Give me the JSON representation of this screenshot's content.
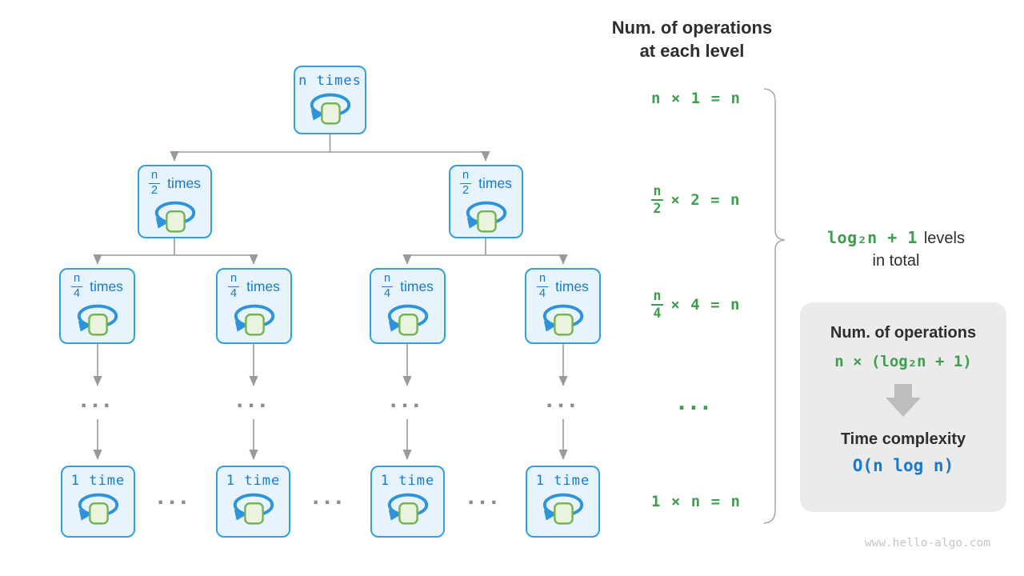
{
  "header": {
    "line1": "Num. of operations",
    "line2": "at each level"
  },
  "tree": {
    "root": {
      "label": "n times"
    },
    "level2": {
      "num": "n",
      "den": "2",
      "suffix": "times"
    },
    "level3": {
      "num": "n",
      "den": "4",
      "suffix": "times"
    },
    "bottom": {
      "label": "1 time"
    },
    "ellipsis": "..."
  },
  "ops": {
    "row1": "n × 1 = n",
    "row2": {
      "num": "n",
      "den": "2",
      "rest": "× 2 = n"
    },
    "row3": {
      "num": "n",
      "den": "4",
      "rest": "× 4 = n"
    },
    "row4": "...",
    "row5": "1 × n = n"
  },
  "levels_note": {
    "formula": "log₂n + 1",
    "text1": "levels",
    "text2": "in total"
  },
  "summary": {
    "title": "Num. of operations",
    "formula": "n × (log₂n + 1)",
    "subtitle": "Time complexity",
    "result": "O(n log n)"
  },
  "watermark": "www.hello-algo.com",
  "colors": {
    "blue": "#339fe3",
    "blueText": "#157ad3",
    "loopBlue": "#2d93da",
    "boxFill": "#e8f4fd",
    "squareFill": "#e9f3de",
    "squareStroke": "#76b254",
    "green": "#3f9e4d",
    "dark": "#2e2e2e",
    "grayLine": "#9a9a9a",
    "grayDots": "#8c8c8c",
    "cardBg": "#ebebeb",
    "arrowGray": "#bdbdbd",
    "braceGray": "#a9a9a9",
    "watermarkGray": "#c6c6c6"
  }
}
